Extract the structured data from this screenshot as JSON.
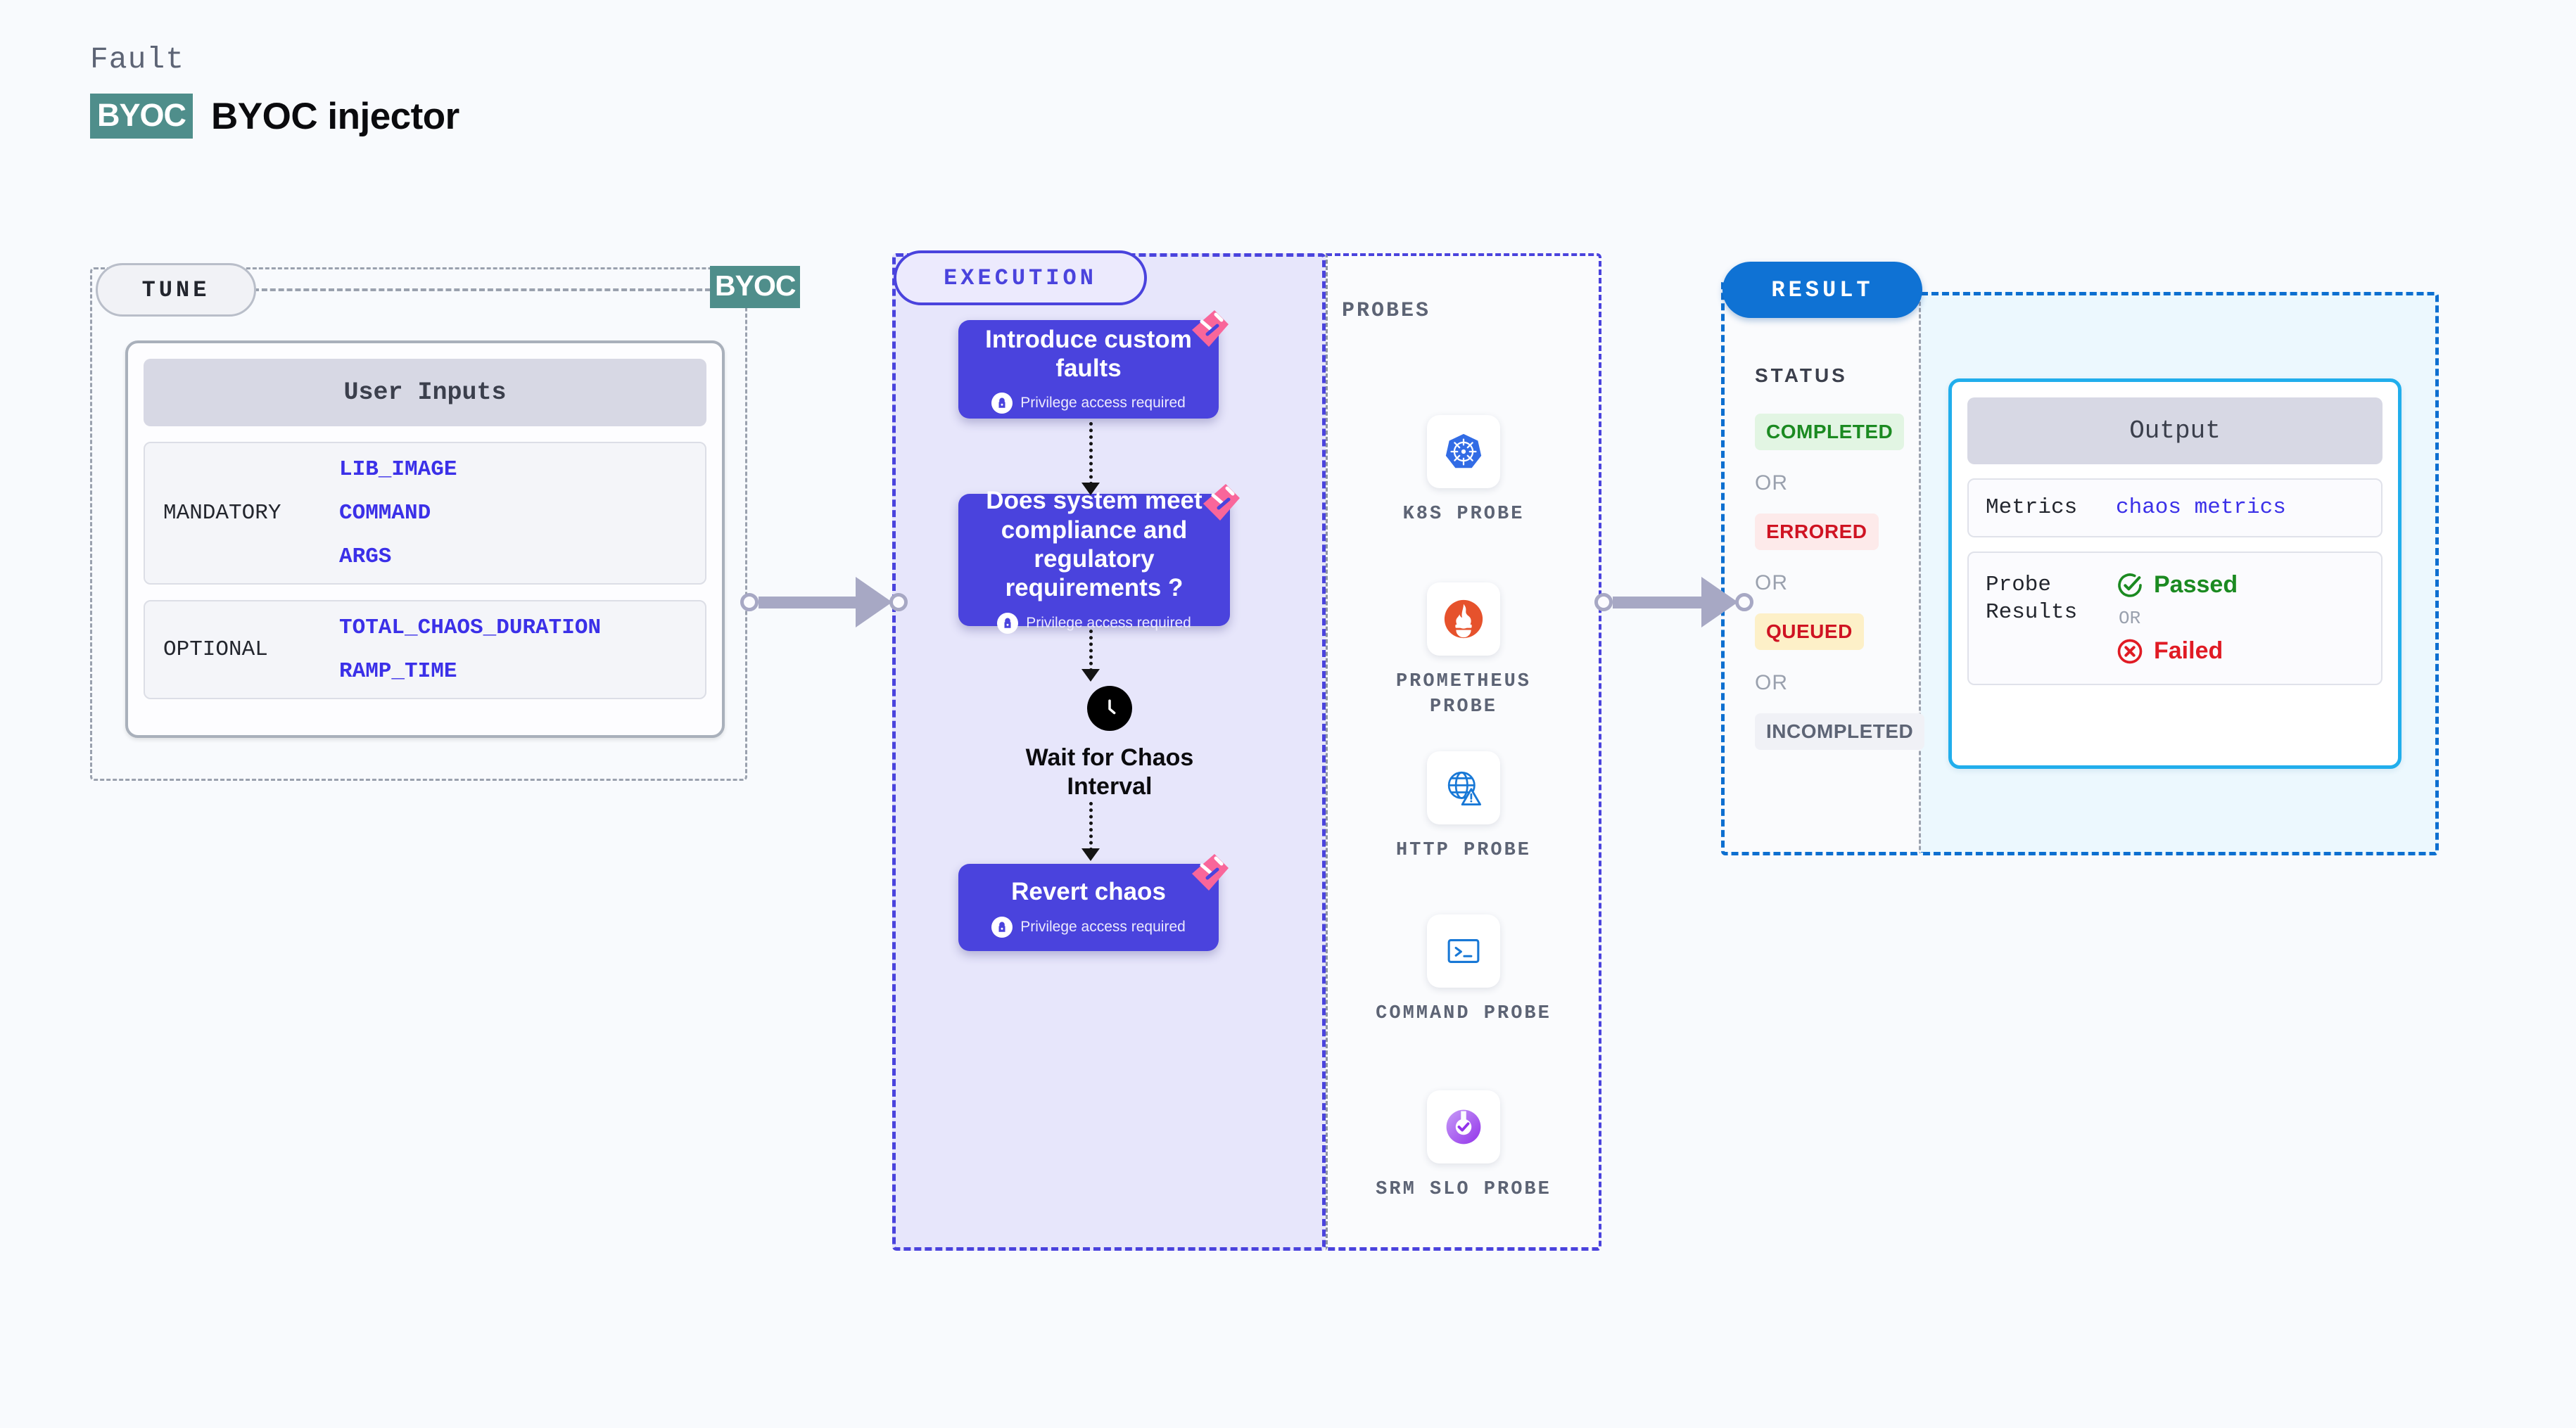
{
  "header": {
    "eyebrow": "Fault",
    "badge": "BYOC",
    "title": "BYOC injector"
  },
  "tune": {
    "pill_label": "TUNE",
    "corner_badge": "BYOC",
    "card_header": "User Inputs",
    "groups": [
      {
        "label": "MANDATORY",
        "values": [
          "LIB_IMAGE",
          "COMMAND",
          "ARGS"
        ]
      },
      {
        "label": "OPTIONAL",
        "values": [
          "TOTAL_CHAOS_DURATION",
          "RAMP_TIME"
        ]
      }
    ]
  },
  "execution": {
    "pill_label": "EXECUTION",
    "privilege_note": "Privilege access required",
    "nodes": [
      {
        "title": "Introduce custom faults",
        "privileged": true
      },
      {
        "title": "Does system meet compliance and regulatory requirements ?",
        "privileged": true
      },
      {
        "title": "Revert chaos",
        "privileged": true
      }
    ],
    "wait_node": {
      "label": "Wait for Chaos Interval",
      "icon": "clock-icon"
    }
  },
  "probes": {
    "section_label": "PROBES",
    "items": [
      {
        "label": "K8S PROBE",
        "icon": "kubernetes-icon"
      },
      {
        "label": "PROMETHEUS PROBE",
        "icon": "prometheus-icon"
      },
      {
        "label": "HTTP PROBE",
        "icon": "http-globe-icon"
      },
      {
        "label": "COMMAND PROBE",
        "icon": "terminal-icon"
      },
      {
        "label": "SRM SLO PROBE",
        "icon": "srm-slo-icon"
      }
    ]
  },
  "result": {
    "pill_label": "RESULT",
    "status_label": "STATUS",
    "or_label": "OR",
    "statuses": [
      {
        "label": "COMPLETED",
        "color": "#1b8a21",
        "bg": "#e2f5e3"
      },
      {
        "label": "ERRORED",
        "color": "#cf1322",
        "bg": "#fdeaea"
      },
      {
        "label": "QUEUED",
        "color": "#cf1322",
        "bg": "#fdf0c8"
      },
      {
        "label": "INCOMPLETED",
        "color": "#5d6475",
        "bg": "#f0f1f6"
      }
    ],
    "output": {
      "header": "Output",
      "metrics_key": "Metrics",
      "metrics_value": "chaos metrics",
      "probe_results_key": "Probe Results",
      "passed_label": "Passed",
      "failed_label": "Failed",
      "or_label": "OR"
    }
  },
  "colors": {
    "accent_purple": "#4a43dd",
    "accent_blue": "#0f72d4",
    "accent_cyan": "#21aeec",
    "byoc_teal": "#4f8e8b",
    "flag_pink": "#f9669a",
    "pass_green": "#1b8a21",
    "fail_red": "#cf1322"
  }
}
